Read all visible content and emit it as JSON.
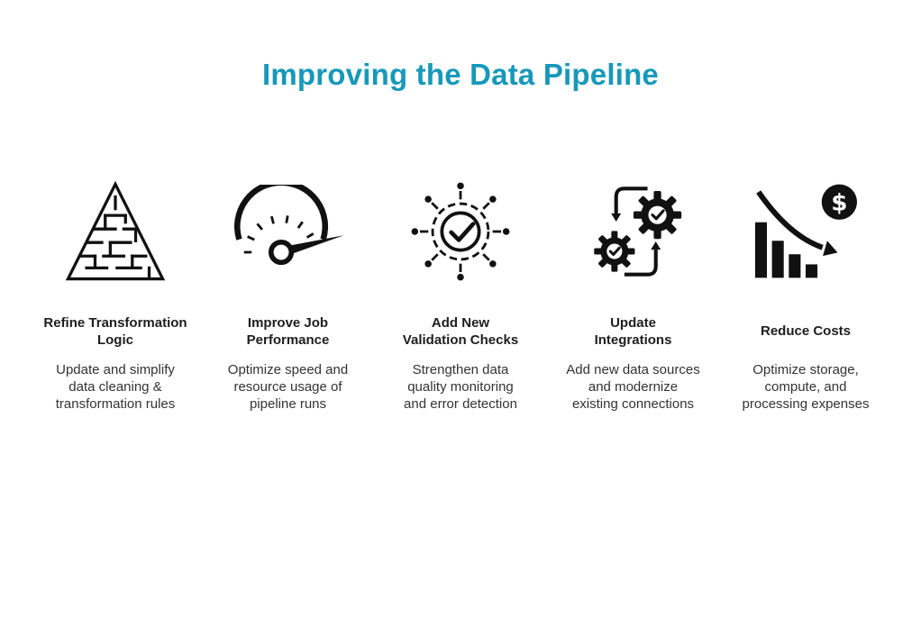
{
  "title": "Improving the Data Pipeline",
  "colors": {
    "title": "#1798ba",
    "icon": "#111111"
  },
  "columns": [
    {
      "icon": "maze-pyramid-icon",
      "heading": "Refine Transformation\nLogic",
      "description": "Update and simplify\ndata cleaning &\ntransformation rules"
    },
    {
      "icon": "speedometer-icon",
      "heading": "Improve Job\nPerformance",
      "description": "Optimize speed and\nresource usage of\npipeline runs"
    },
    {
      "icon": "validation-network-icon",
      "heading": "Add New\nValidation Checks",
      "description": "Strengthen data\nquality monitoring\nand error detection"
    },
    {
      "icon": "gears-sync-icon",
      "heading": "Update\nIntegrations",
      "description": "Add new data sources\nand modernize\nexisting connections"
    },
    {
      "icon": "cost-reduction-icon",
      "heading": "Reduce Costs",
      "description": "Optimize storage,\ncompute, and\nprocessing expenses"
    }
  ]
}
